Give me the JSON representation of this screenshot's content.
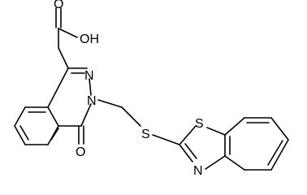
{
  "molecule": {
    "atom_labels": {
      "hydroxyl": "OH",
      "carbonyl_oxygen_acid": "O",
      "ring_n_upper": "N",
      "ring_n_lower": "N",
      "ketone_oxygen": "O",
      "thioether_s": "S",
      "thiazole_s": "S",
      "thiazole_n": "N"
    },
    "colors": {
      "ink": "#000000",
      "background": "#ffffff"
    }
  }
}
